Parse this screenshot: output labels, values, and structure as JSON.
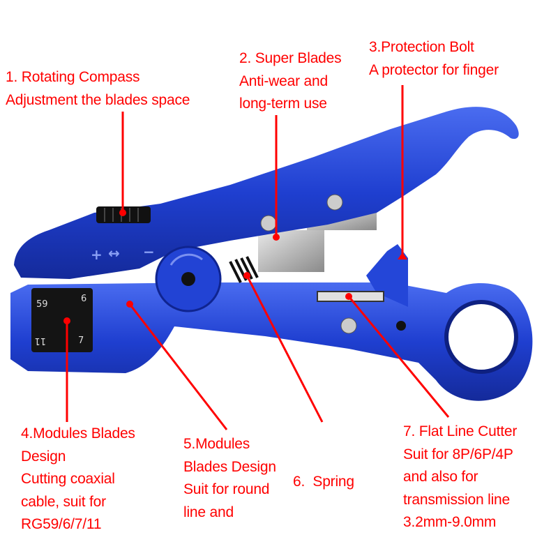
{
  "annotations": [
    {
      "lines": [
        "1. Rotating Compass",
        "Adjustment the blades space"
      ]
    },
    {
      "lines": [
        "2. Super Blades",
        "Anti-wear and",
        "long-term use"
      ]
    },
    {
      "lines": [
        "3.Protection Bolt",
        "A protector for finger"
      ]
    },
    {
      "lines": [
        "4.Modules Blades",
        "Design",
        "Cutting coaxial",
        "cable, suit for",
        "RG59/6/7/11"
      ]
    },
    {
      "lines": [
        "5.Modules",
        "Blades Design",
        "Suit for round",
        "line and"
      ]
    },
    {
      "lines": [
        "6.  Spring"
      ]
    },
    {
      "lines": [
        "7. Flat Line Cutter",
        "Suit for 8P/6P/4P",
        "and also for",
        "transmission line",
        "3.2mm-9.0mm"
      ]
    }
  ],
  "tool": {
    "module_numbers": [
      "59",
      "6",
      "11",
      "7"
    ],
    "adjust_symbols": [
      "+",
      "↔",
      "−"
    ]
  },
  "colors": {
    "annotation": "#ff0000",
    "tool_body": "#1f3fd0",
    "module": "#111111"
  }
}
